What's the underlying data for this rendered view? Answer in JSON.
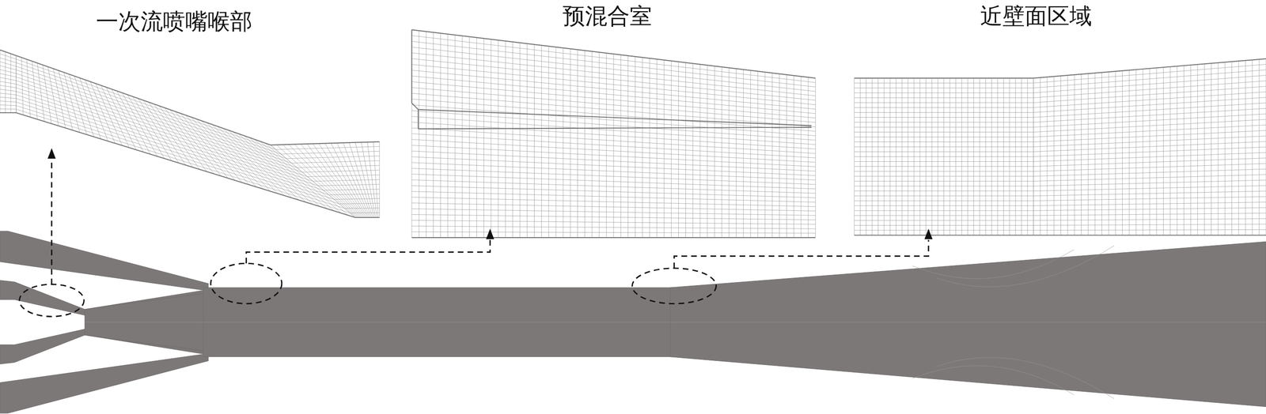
{
  "diagram": {
    "labels": [
      "一次流喷嘴喉部",
      "预混合室",
      "近壁面区域"
    ]
  }
}
